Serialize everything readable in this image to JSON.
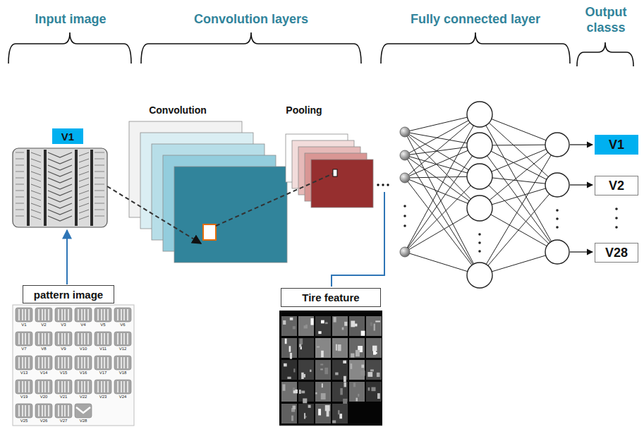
{
  "diagram": {
    "nodes": [
      {
        "text": [
          "V1"
        ]
      },
      {
        "text": [
          "pattern image"
        ]
      },
      {
        "text": [
          "Tire feature"
        ]
      },
      {
        "text": [
          "V1"
        ]
      },
      {
        "text": [
          "V2"
        ]
      },
      {
        "text": [
          "V28"
        ]
      }
    ],
    "labels": [
      "Input image",
      "Convolution layers",
      "Fully connected layer",
      "Output classs",
      "Convolution",
      "Pooling",
      "V1",
      "V2",
      "V3",
      "V4",
      "V5",
      "V6",
      "V7",
      "V8",
      "V9",
      "V10",
      "V11",
      "V12",
      "V13",
      "V14",
      "V15",
      "V16",
      "V17",
      "V18",
      "V19",
      "V20",
      "V21",
      "V22",
      "V23",
      "V24",
      "V25",
      "V26",
      "V27",
      "V28"
    ]
  }
}
